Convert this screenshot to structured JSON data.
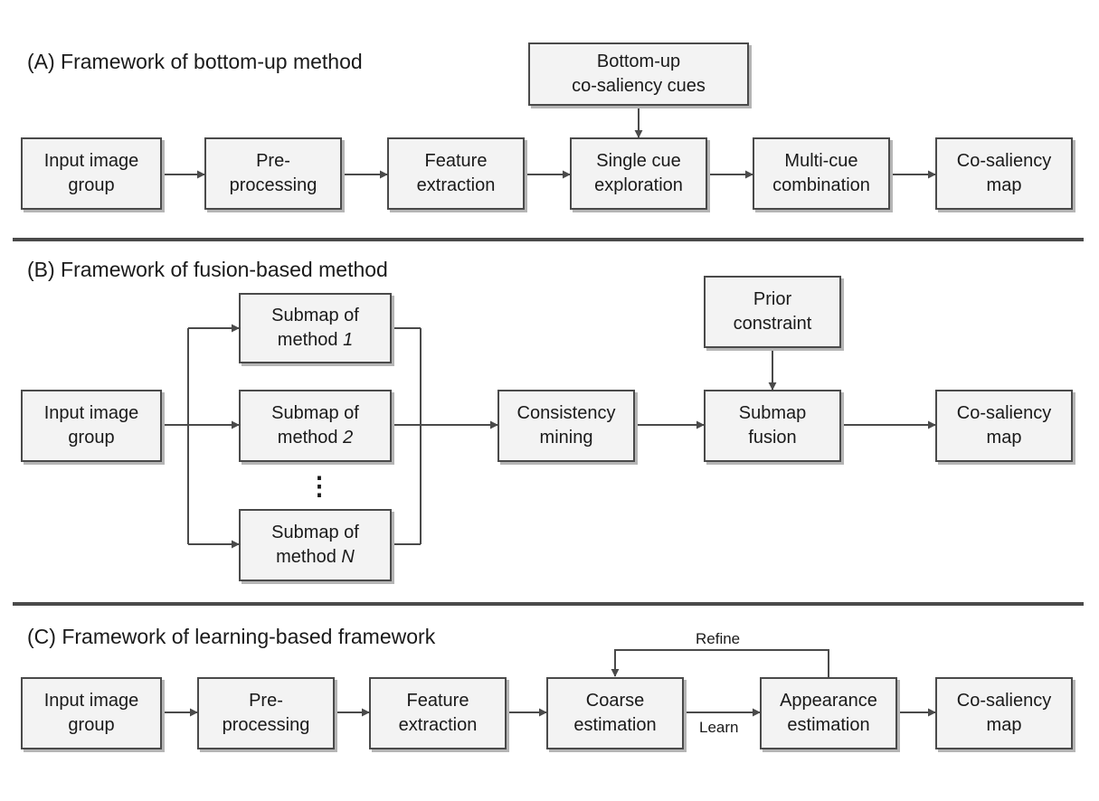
{
  "section_a": {
    "title": "(A) Framework of bottom-up method",
    "input": [
      "Input image",
      "group"
    ],
    "preprocessing": [
      "Pre-",
      "processing"
    ],
    "feature": [
      "Feature",
      "extraction"
    ],
    "single_cue": [
      "Single cue",
      "exploration"
    ],
    "multi_cue": [
      "Multi-cue",
      "combination"
    ],
    "output": [
      "Co-saliency",
      "map"
    ],
    "bottom_up_cues": [
      "Bottom-up",
      "co-saliency cues"
    ]
  },
  "section_b": {
    "title": "(B) Framework of fusion-based method",
    "input": [
      "Input image",
      "group"
    ],
    "submap_prefix": "Submap of",
    "submap_method_word": "method",
    "submap_1_index": "1",
    "submap_2_index": "2",
    "submap_n_index": "N",
    "ellipsis": "⋮",
    "consistency": [
      "Consistency",
      "mining"
    ],
    "prior": [
      "Prior",
      "constraint"
    ],
    "fusion": [
      "Submap",
      "fusion"
    ],
    "output": [
      "Co-saliency",
      "map"
    ]
  },
  "section_c": {
    "title": "(C) Framework of learning-based framework",
    "input": [
      "Input image",
      "group"
    ],
    "preprocessing": [
      "Pre-",
      "processing"
    ],
    "feature": [
      "Feature",
      "extraction"
    ],
    "coarse": [
      "Coarse",
      "estimation"
    ],
    "appearance": [
      "Appearance",
      "estimation"
    ],
    "output": [
      "Co-saliency",
      "map"
    ],
    "refine_label": "Refine",
    "learn_label": "Learn"
  },
  "colors": {
    "box_fill": "#f3f3f3",
    "stroke": "#4a4a4a",
    "shadow": "#b5b5b5"
  }
}
